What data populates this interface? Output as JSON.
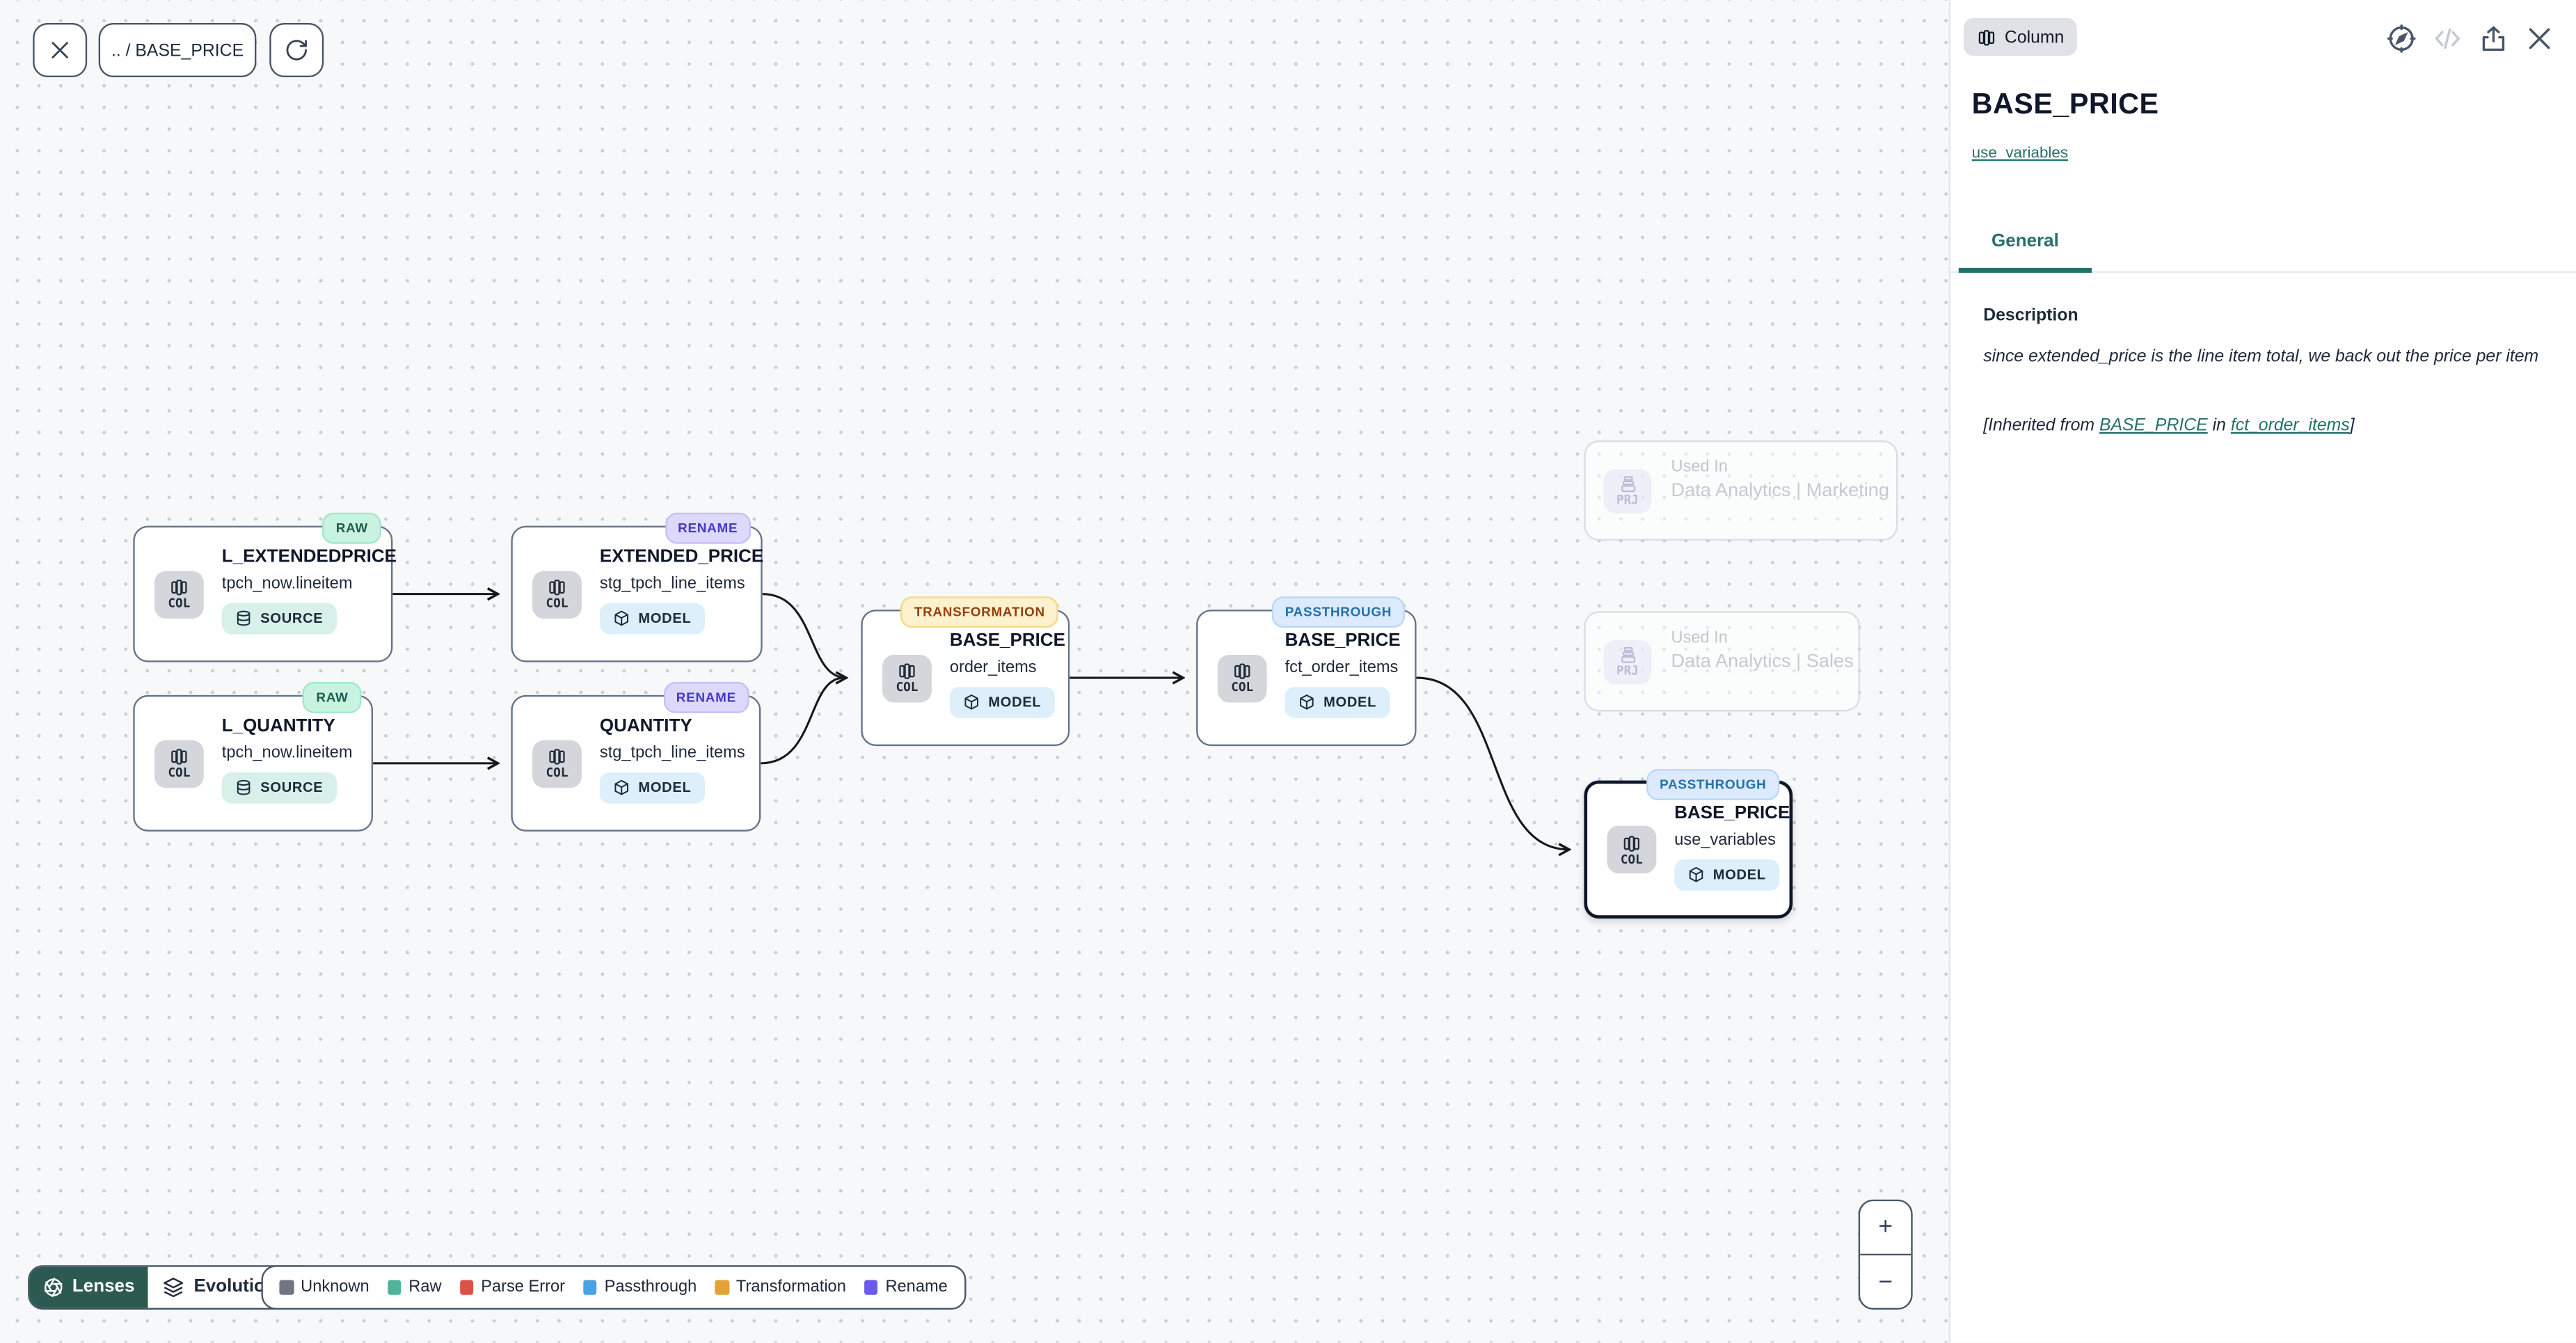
{
  "toolbar": {
    "breadcrumb": ".. / BASE_PRICE"
  },
  "canvas": {
    "nodes": [
      {
        "badge": "RAW",
        "title": "L_EXTENDEDPRICE",
        "subtitle": "tpch_now.lineitem",
        "chip": "SOURCE",
        "type_label": "COL"
      },
      {
        "badge": "RENAME",
        "title": "EXTENDED_PRICE",
        "subtitle": "stg_tpch_line_items",
        "chip": "MODEL",
        "type_label": "COL"
      },
      {
        "badge": "RAW",
        "title": "L_QUANTITY",
        "subtitle": "tpch_now.lineitem",
        "chip": "SOURCE",
        "type_label": "COL"
      },
      {
        "badge": "RENAME",
        "title": "QUANTITY",
        "subtitle": "stg_tpch_line_items",
        "chip": "MODEL",
        "type_label": "COL"
      },
      {
        "badge": "TRANSFORMATION",
        "title": "BASE_PRICE",
        "subtitle": "order_items",
        "chip": "MODEL",
        "type_label": "COL"
      },
      {
        "badge": "PASSTHROUGH",
        "title": "BASE_PRICE",
        "subtitle": "fct_order_items",
        "chip": "MODEL",
        "type_label": "COL"
      },
      {
        "badge": "PASSTHROUGH",
        "title": "BASE_PRICE",
        "subtitle": "use_variables",
        "chip": "MODEL",
        "type_label": "COL"
      }
    ],
    "used_in": [
      {
        "label": "Used In",
        "value": "Data Analytics | Marketing",
        "type_label": "PRJ"
      },
      {
        "label": "Used In",
        "value": "Data Analytics | Sales",
        "type_label": "PRJ"
      }
    ]
  },
  "footer": {
    "lenses_label": "Lenses",
    "lens_selected": "Evolution",
    "legend": [
      {
        "label": "Unknown",
        "color": "#6f7680"
      },
      {
        "label": "Raw",
        "color": "#4db39a"
      },
      {
        "label": "Parse Error",
        "color": "#dc5148"
      },
      {
        "label": "Passthrough",
        "color": "#4ba1e2"
      },
      {
        "label": "Transformation",
        "color": "#e2a335"
      },
      {
        "label": "Rename",
        "color": "#6a5cea"
      }
    ]
  },
  "zoom_controls": {
    "zoom_in": "+",
    "zoom_out": "−"
  },
  "panel": {
    "type_badge": "Column",
    "title": "BASE_PRICE",
    "subtitle_link": "use_variables",
    "tabs": [
      {
        "label": "General"
      }
    ],
    "description": {
      "heading": "Description",
      "body": "since extended_price is the line item total, we back out the price per item",
      "inherited_prefix": "[Inherited from ",
      "inherited_link_column": "BASE_PRICE",
      "inherited_middle": " in ",
      "inherited_link_model": "fct_order_items",
      "inherited_suffix": "]"
    },
    "action_icons": [
      "compass",
      "code",
      "share",
      "close"
    ]
  },
  "colors": {
    "accent_teal": "#26706a",
    "lenses_button_bg": "#2d5a50",
    "canvas_bg": "#f7f8f9"
  }
}
